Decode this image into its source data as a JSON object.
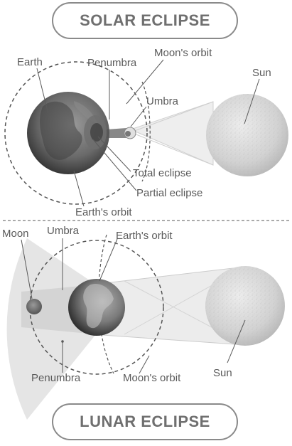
{
  "titles": {
    "solar": "SOLAR ECLIPSE",
    "lunar": "LUNAR ECLIPSE"
  },
  "solar": {
    "earth": "Earth",
    "penumbra": "Penumbra",
    "moons_orbit": "Moon's orbit",
    "umbra": "Umbra",
    "sun": "Sun",
    "total_eclipse": "Total eclipse",
    "partial_eclipse": "Partial eclipse",
    "earths_orbit": "Earth's orbit"
  },
  "lunar": {
    "moon": "Moon",
    "umbra": "Umbra",
    "earths_orbit": "Earth's orbit",
    "penumbra": "Penumbra",
    "moons_orbit": "Moon's orbit",
    "sun": "Sun"
  },
  "colors": {
    "ink": "#5a5a5a",
    "frame": "#8a8a8a"
  }
}
